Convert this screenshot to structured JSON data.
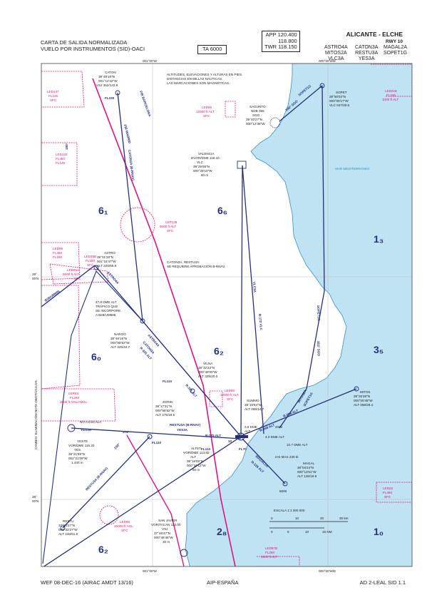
{
  "header": {
    "chart_title_1": "CARTA DE SALIDA NORMALIZADA",
    "chart_title_2": "VUELO POR INSTRUMENTOS (SID)-OACI",
    "ta": "TA 6000",
    "app": "APP 120.400",
    "app2": "118.800",
    "twr": "TWR 118.150",
    "airport": "ALICANTE - ELCHE",
    "rwy": "RWY 10",
    "sids_col1": [
      "ASTRO4A",
      "MITOS2A",
      "VLC3A"
    ],
    "sids_col2": [
      "CATON3A",
      "RESTU3A",
      "YES3A"
    ],
    "sids_col3": [
      "MAGAL2A",
      "SOPET1G"
    ]
  },
  "notes": {
    "units_1": "ALTITUDES, ELEVACIONES Y ALTURAS EN PIES.",
    "units_2": "DISTANCIAS EN MILLAS NÁUTICAS.",
    "units_3": "LAS MARCACIONES SON MAGNÉTICAS.",
    "rnav_1": "CATON3A, RESTU3A:",
    "rnav_2": "SE REQUIERE APROBACIÓN B-RNAV.",
    "side": "CAMBIO: ELIMINACIÓN NOTA OBSTÁCULOS.",
    "sea": "MAR MEDITERRÁNEO",
    "dme47_1": "47,0 DME ALT",
    "dme47_2": "TRÁFICO QUE",
    "dme47_3": "SE INCORPORE",
    "dme47_4": "A B28/UM985",
    "no_escala": "NO A ESCALA",
    "dme38": "3.8 DME",
    "dme38b": "ALT",
    "dme40": "4.0 DME ALT",
    "dme107": "10.7 DME ALT",
    "ias": "IAS MAX 230 kt",
    "alt2000": "2000",
    "alt6000": "6000"
  },
  "grid": {
    "lon_top_1": "001°00'W",
    "lon_top_2": "000°00'W/E",
    "lon_bot_1": "001°00'W",
    "lon_bot_2": "000°00'W/E",
    "lat_39": "39°",
    "lat_39b": "00'N",
    "lat_38": "38°",
    "lat_38b": "00'N"
  },
  "fixes": {
    "caton": [
      "CATON",
      "39°48'19\"N",
      "001°12'42\"W",
      "VSJ 352/122.8"
    ],
    "sopet": [
      "SOPET",
      "39°50'02\"N",
      "000°00'17\"W",
      "VLC 047/30.5"
    ],
    "sagunto": [
      "SAGUNTO",
      "NDB 356",
      "SGO",
      "39°40'27\"N",
      "000°12'38\"W"
    ],
    "valencia": [
      "VALENCIA",
      "DVOR/DME 116.10",
      "VLC",
      "39°29'08\"N",
      "000°29'10\"W",
      "60 m"
    ],
    "astro": [
      "ASTRO",
      "39°01'28\"N",
      "001°15'47\"W",
      "ALT 325/55.8"
    ],
    "nargo": [
      "NARGO",
      "38°46'18\"N",
      "000°59'53\"W",
      "ALT 325/34.7"
    ],
    "vilna": [
      "VILNA",
      "38°32'23\"N",
      "000°49'00\"W",
      "ALT 325/20.0"
    ],
    "zorin": [
      "ZORIN",
      "38°17'31\"N",
      "000°58'52\"W",
      "ALT 275/19.5"
    ],
    "summo": [
      "SUMMO",
      "38°16'54\"W",
      "ALT 068/14.7"
    ],
    "mitos": [
      "MITOS",
      "38°26'38\"N",
      "000°00'49\"W",
      "ALT 068/28.4"
    ],
    "yeste": [
      "YESTE",
      "VOR/DME 115.20",
      "YES",
      "38°21'59\"N",
      "002°21'09\"W",
      "1.440 m"
    ],
    "altet": [
      "ALTET",
      "VOR/DME 113.80",
      "ALT",
      "38°16'06\"N",
      "000°34'12\"W",
      "60 m"
    ],
    "magal": [
      "MAGAL",
      "38°04'24\"N",
      "000°13'51\"W",
      "ALT 126/19.9"
    ],
    "restu": [
      "RESTU",
      "37°54'27\"N",
      "001°33'27\"W",
      "ALT 246/51.5"
    ],
    "sanjavier": [
      "SAN JAVIER",
      "VOR/TACAN 113.00",
      "VSJ",
      "37°46'47\"N",
      "000°48'46\"W",
      "30 m"
    ]
  },
  "areas": {
    "led137": [
      "LED137",
      "FL145",
      "SFC"
    ],
    "led218": [
      "LED218",
      "FL245",
      "1000 ft ALT"
    ],
    "led65": [
      "LED65",
      "12500 ft ALT",
      "SFC"
    ],
    "led132": [
      "LED132",
      "FL460",
      "FL145"
    ],
    "lep138": [
      "LEP138",
      "5000 ft ALT",
      "SFC"
    ],
    "led98": [
      "LED98",
      "FL460",
      "FL180"
    ],
    "led35b": [
      "LED35B",
      "FL180",
      "SFC"
    ],
    "led35a": [
      "LED35A",
      "5500 ft ALT",
      "SFC"
    ],
    "led66": [
      "LED66",
      "12500 ft ALT",
      "SFC"
    ],
    "le63": [
      "LER63",
      "FL260",
      "2000 ft AGL/AMSL"
    ],
    "led26": [
      "LED26",
      "FL460",
      "SFC"
    ],
    "led96": [
      "LED96",
      "15000 ft AGL",
      "SFC"
    ],
    "led97b": [
      "LED97B",
      "FL260",
      "2000 ft ALT"
    ]
  },
  "sectors": {
    "s61": "6₁",
    "s66": "6₆",
    "s13": "1₃",
    "s60": "6₀",
    "s62a": "6₂",
    "s35": "3₅",
    "s62b": "6₂",
    "s28": "2₈",
    "s10": "1₀"
  },
  "routes": {
    "fir_madrid": "FIR MADRID",
    "fir_barcelona": "FIR BARCELONA",
    "caton3a": "CATON3A (B-RNAV)",
    "astro4a": "ASTRO4A",
    "b28": "B28/UM985",
    "astro4a_b": "ASTRO4A",
    "caton3a_b": "CATON3A",
    "r325": "R-325 ALT",
    "r325b": "R-325 ALT",
    "vlc3a": "VLC3A",
    "r172": "R-172 VLC",
    "sopet1g": "SOPET1G",
    "sopet1g_b": "SOPET1G",
    "sgo353": "353° SGO",
    "sgo040": "040° SGO",
    "mitos2a": "MITOS2A",
    "mitos1g": "SOPET1G",
    "r068": "R-068 ALT",
    "r068b": "R-068 ALT",
    "yes3a": "YES3A",
    "yes3a_b": "YES3A",
    "d274": "274°",
    "restu3a": "RESTU3A (B-RNAV)",
    "restu3a_b": "RESTU3A (B-RNAV)",
    "r275": "R-275 ALT",
    "d230": "230°",
    "magal2a": "MAGAL2A",
    "r126": "R-126 ALT",
    "fl110": "FL110",
    "fl110b": "FL110",
    "fl110c": "FL110",
    "fl230": "FL230",
    "rwy10": "10",
    "fl70": "FL70",
    "heading": "180°"
  },
  "scale": {
    "title": "ESCALA 1:1 000 000",
    "nm": "15 NM",
    "km": "30 km",
    "ticks_km": [
      "0",
      "10",
      "20"
    ],
    "ticks_nm": [
      "0",
      "5",
      "10"
    ]
  },
  "footer": {
    "left": "WEF 08-DEC-16 (AIRAC AMDT 13/16)",
    "center": "AIP-ESPAÑA",
    "right": "AD 2-LEAL SID 1.1"
  },
  "colors": {
    "route": "#26307a",
    "restricted_area": "#e0127f",
    "sea": "#bfe3f2",
    "coast": "#3a8fc4"
  }
}
